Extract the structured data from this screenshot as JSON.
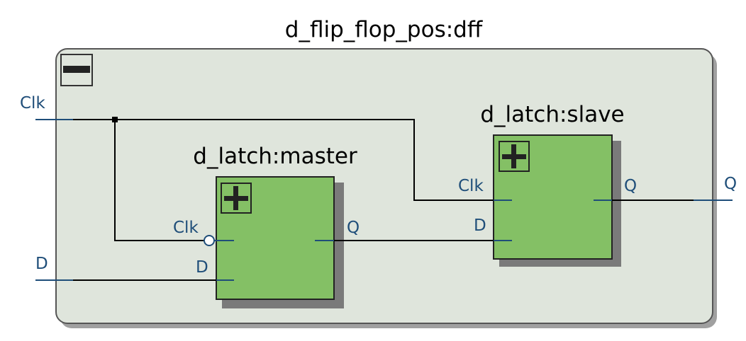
{
  "module": {
    "title": "d_flip_flop_pos:dff",
    "collapse_glyph": "minus"
  },
  "ports": {
    "clk_in": "Clk",
    "d_in": "D",
    "q_out": "Q"
  },
  "master": {
    "title": "d_latch:master",
    "expand_glyph": "plus",
    "clk_label": "Clk",
    "d_label": "D",
    "q_label": "Q"
  },
  "slave": {
    "title": "d_latch:slave",
    "expand_glyph": "plus",
    "clk_label": "Clk",
    "d_label": "D",
    "q_label": "Q"
  },
  "colors": {
    "module_fill": "#dfe5dc",
    "module_border": "#555555",
    "block_fill": "#84c065",
    "block_border": "#222222",
    "wire": "#000000",
    "pin": "#1f4e79",
    "shadow": "#9a9a9a"
  }
}
